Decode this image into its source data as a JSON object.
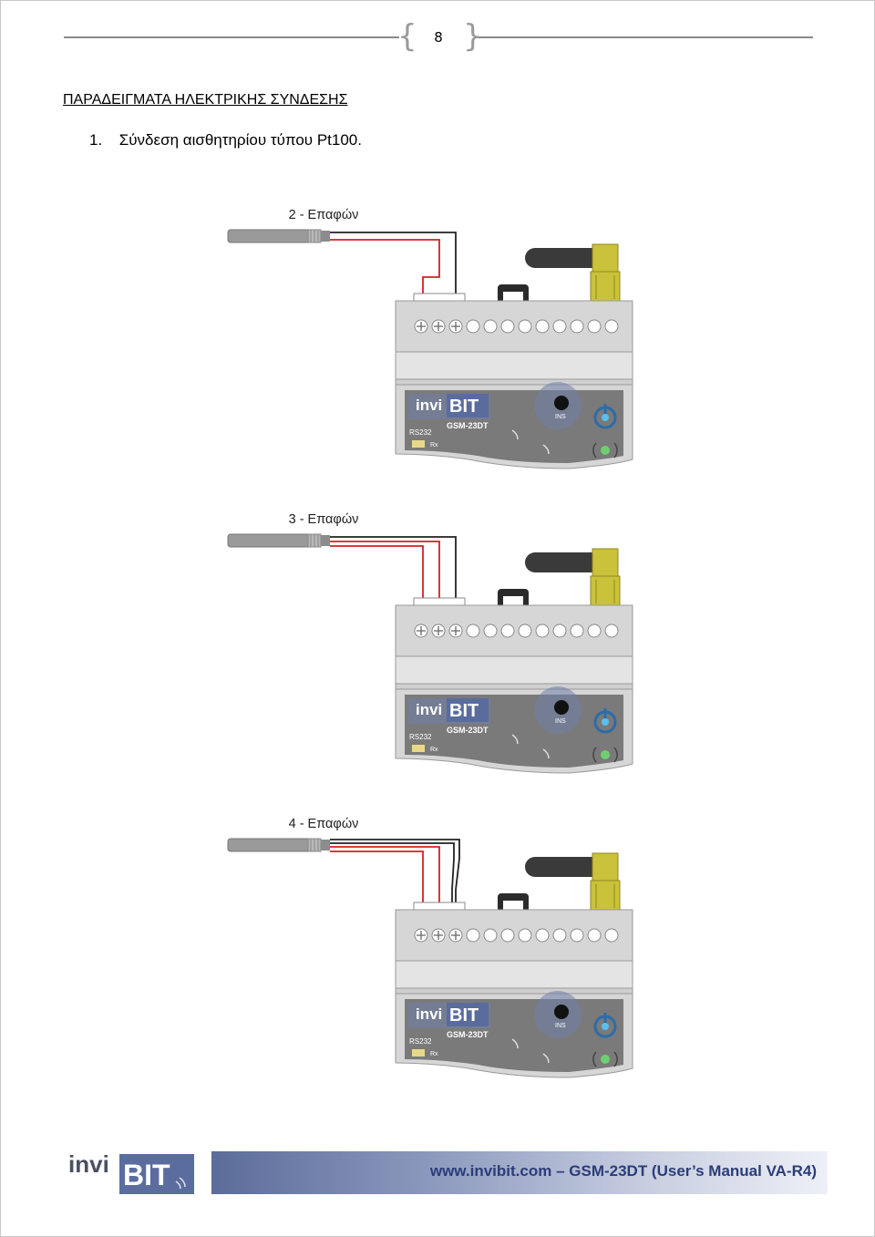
{
  "header": {
    "page_number": "8"
  },
  "title": "ΠΑΡΑΔΕΙΓΜΑΤΑ ΗΛΕΚΤΡΙΚΗΣ ΣΥΝΔΕΣΗΣ",
  "section": {
    "number": "1.",
    "text": "Σύνδεση αισθητηρίου τύπου Pt100."
  },
  "diagrams": [
    {
      "caption": "2 - Επαφών"
    },
    {
      "caption": "3 - Επαφών"
    },
    {
      "caption": "4 - Επαφών"
    }
  ],
  "device": {
    "brand_left": "invi",
    "brand_right": "BIT",
    "model": "GSM-23DT",
    "port": "RS232",
    "rx": "Rx",
    "ins": "INS"
  },
  "footer": {
    "logo_left": "invi",
    "logo_right": "BIT",
    "text": "www.invibit.com – GSM-23DT (User’s Manual VA-R4)"
  },
  "colors": {
    "wire_red": "#d42020",
    "wire_black": "#222222",
    "device_grey": "#d6d6d6",
    "panel_dark": "#7a7a7a",
    "antenna_yellow": "#c9c23a",
    "footer_text": "#2a3d7a"
  }
}
